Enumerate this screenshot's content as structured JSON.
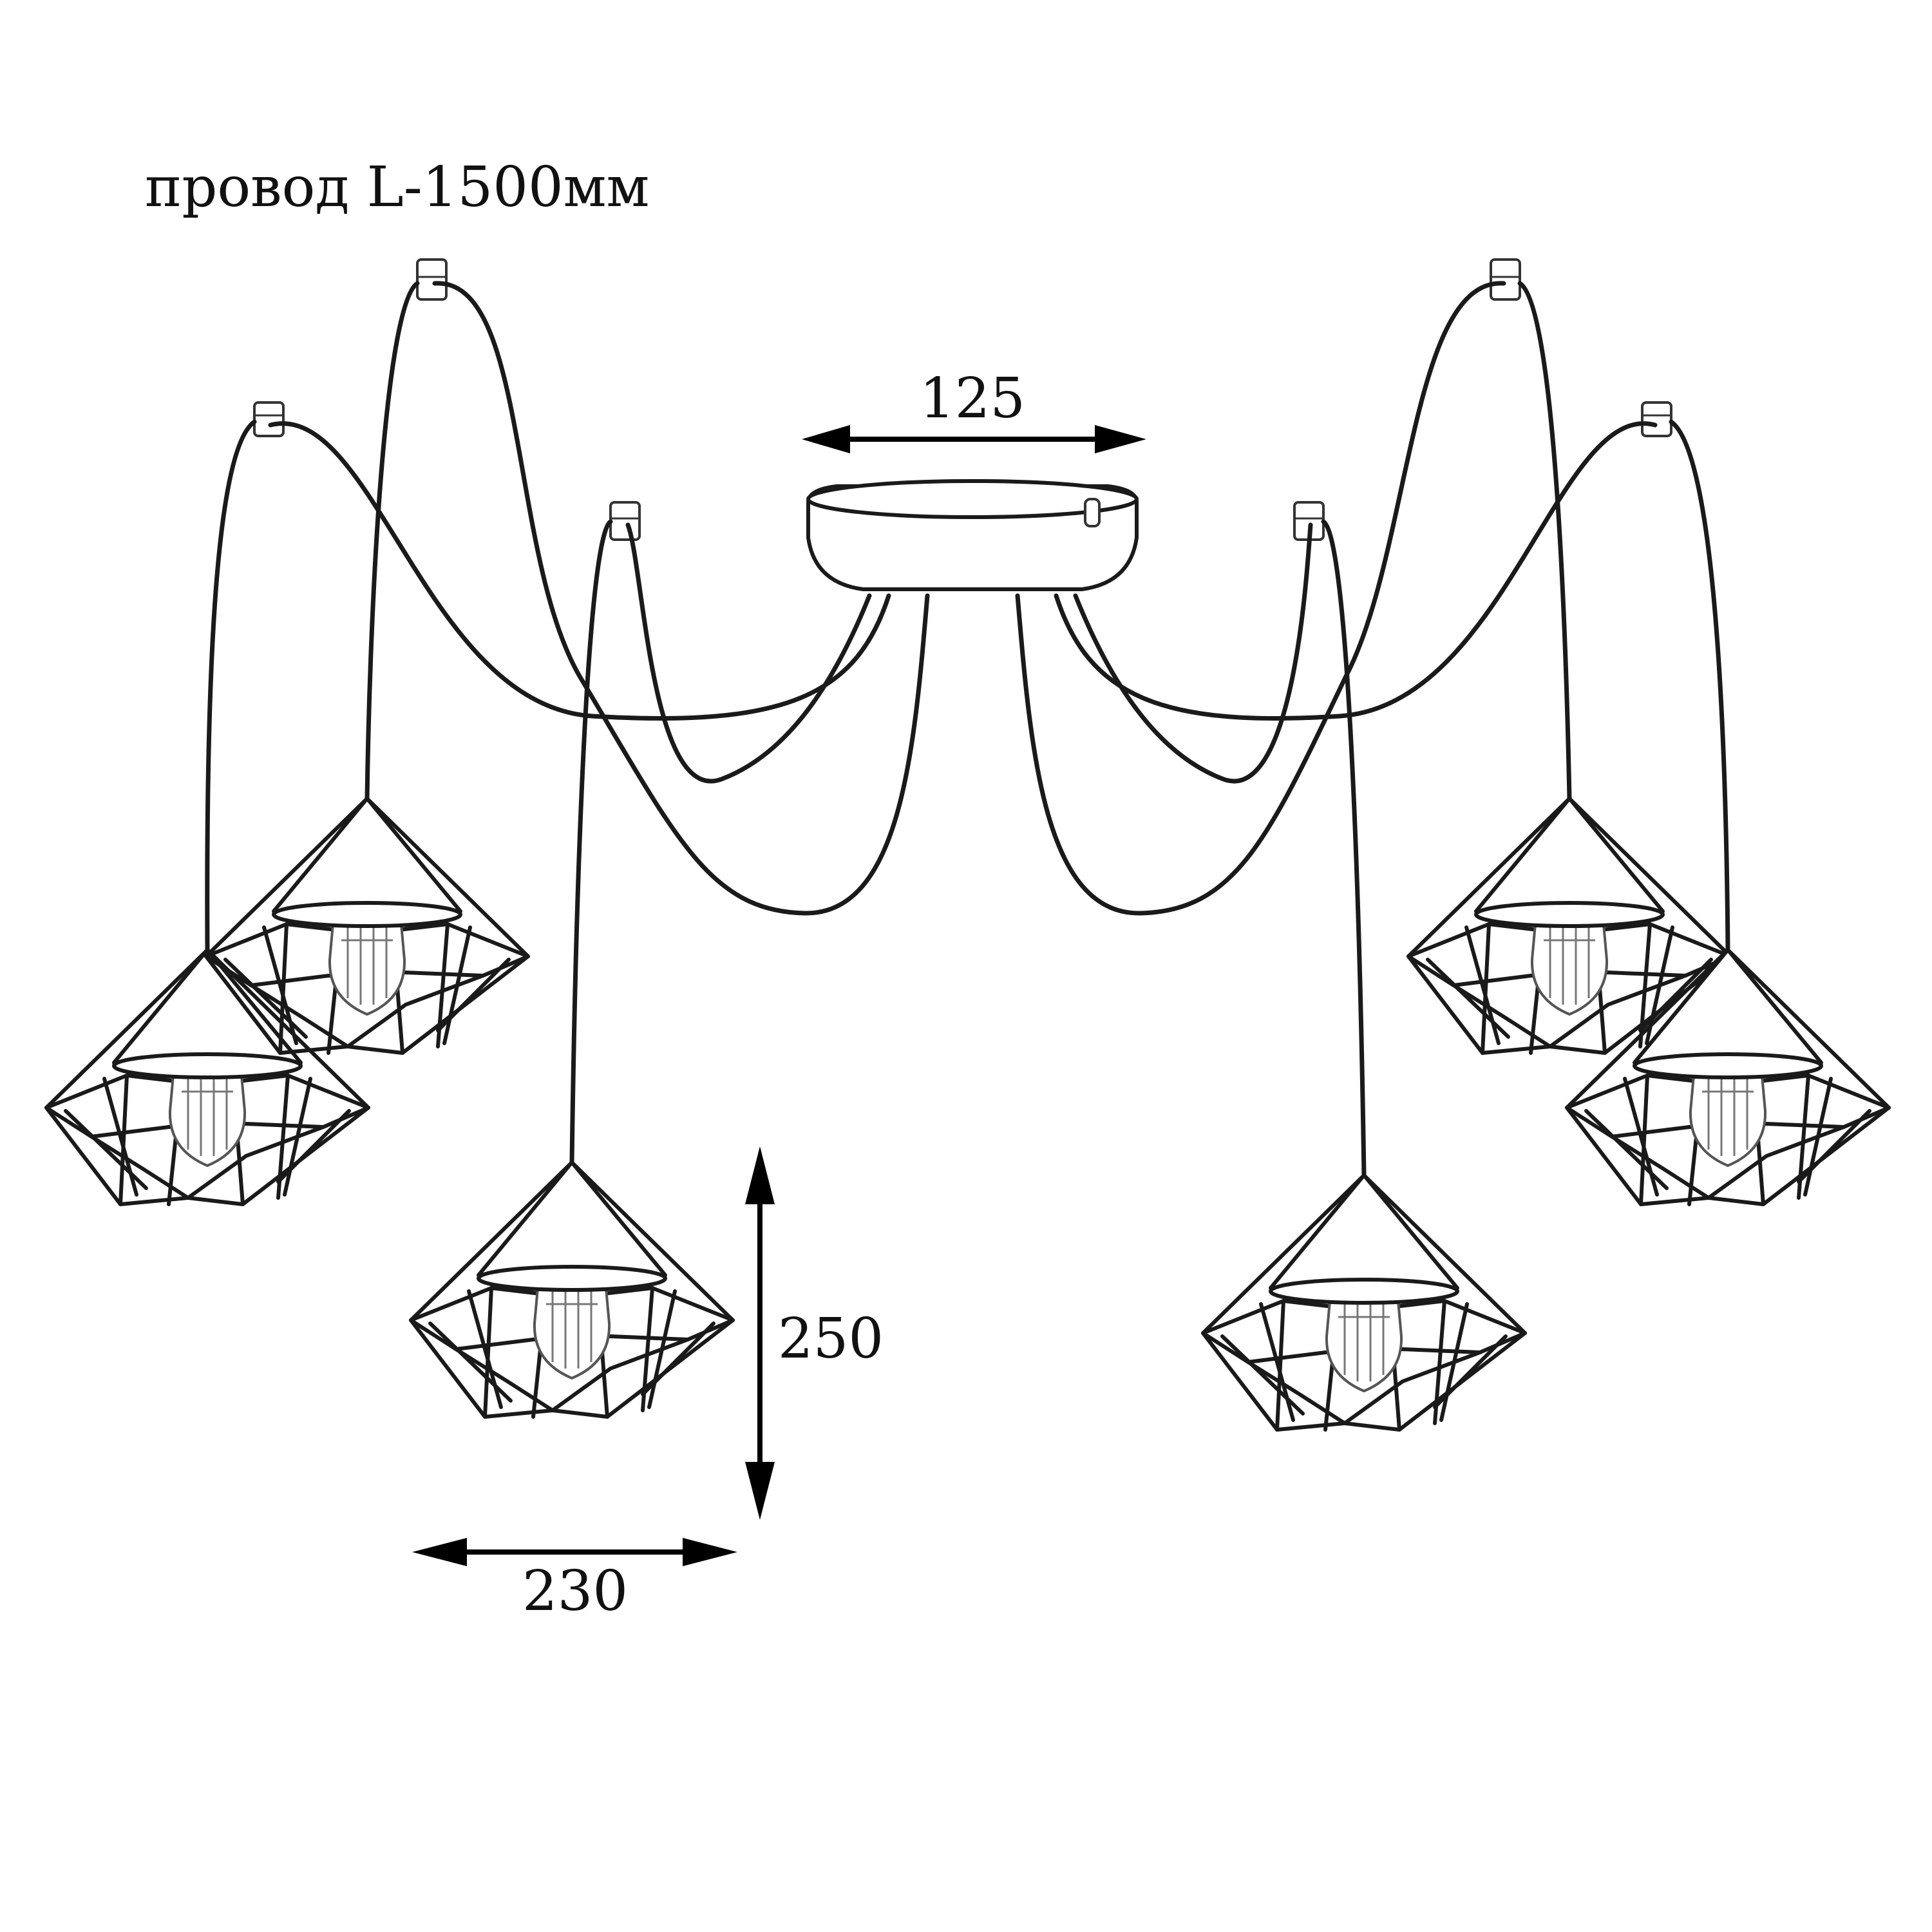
{
  "labels": {
    "cable_length": "провод L-1500мм",
    "canopy_diameter": "125",
    "shade_height": "250",
    "shade_width": "230"
  },
  "colors": {
    "line": "#1a1a1a",
    "background": "#ffffff"
  }
}
